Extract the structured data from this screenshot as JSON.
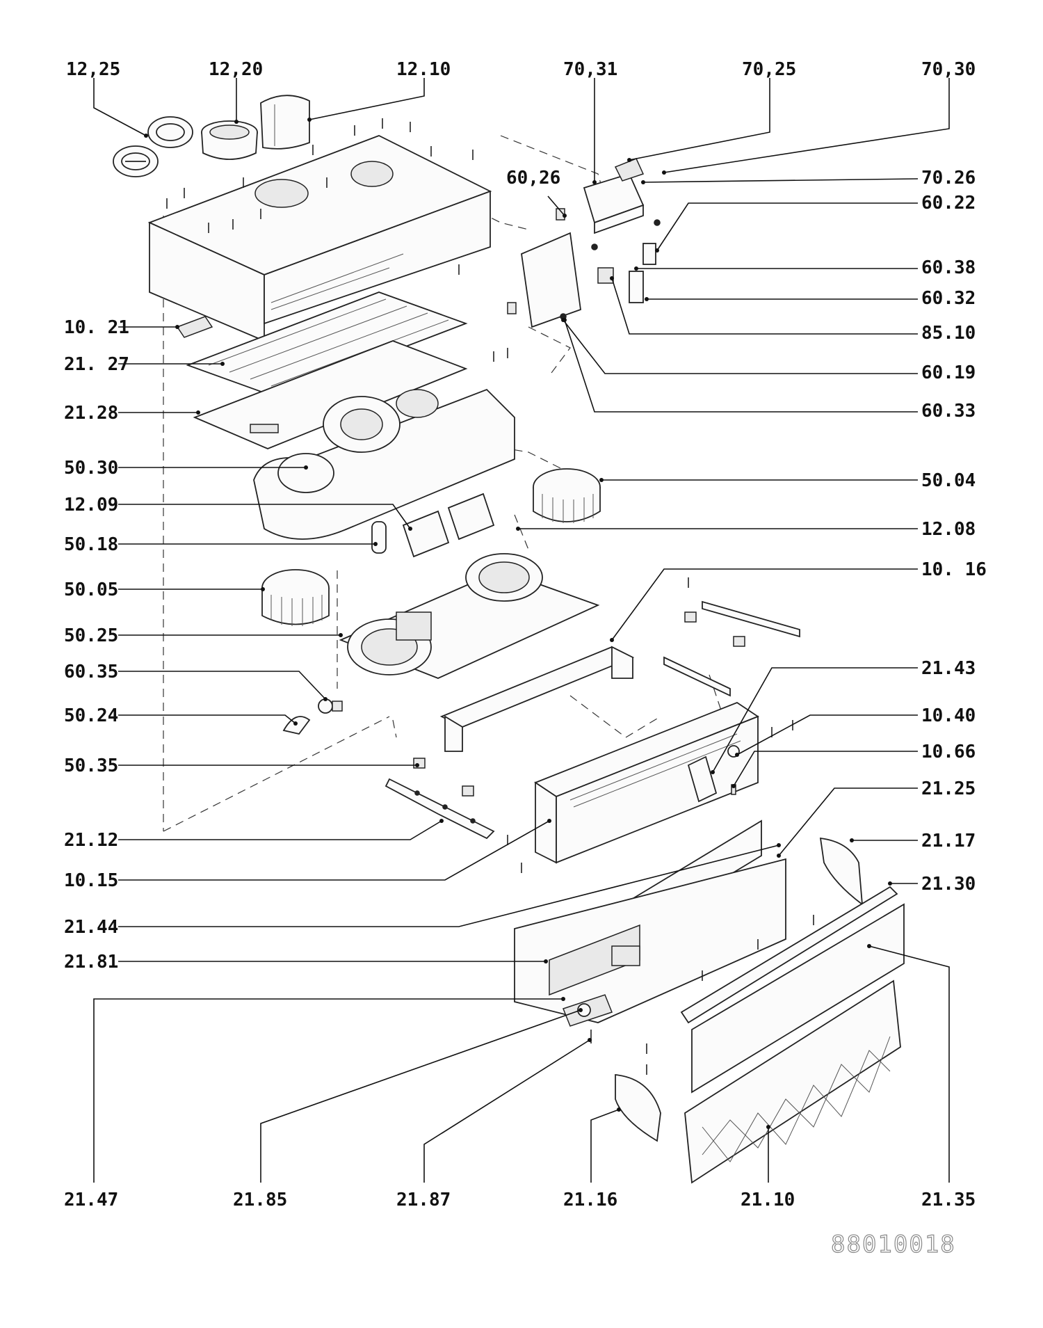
{
  "labels": {
    "l1225": "12,25",
    "l1220": "12,20",
    "l1210": "12.10",
    "l7031": "70,31",
    "l7025": "70,25",
    "l7030": "70,30",
    "l6026": "60,26",
    "l7026": "70.26",
    "l6022": "60.22",
    "l6038": "60.38",
    "l6032": "60.32",
    "l8510": "85.10",
    "l6019": "60.19",
    "l6033": "60.33",
    "l1021": "10. 21",
    "l2127": "21. 27",
    "l2128": "21.28",
    "l5030": "50.30",
    "l5004": "50.04",
    "l1209": "12.09",
    "l1208": "12.08",
    "l5018": "50.18",
    "l5005": "50.05",
    "l1016": "10. 16",
    "l5025": "50.25",
    "l6035": "60.35",
    "l2143": "21.43",
    "l5024": "50.24",
    "l1040": "10.40",
    "l5035": "50.35",
    "l1066": "10.66",
    "l2125": "21.25",
    "l2112": "21.12",
    "l2117": "21.17",
    "l1015": "10.15",
    "l2130": "21.30",
    "l2144": "21.44",
    "l2181": "21.81",
    "l2147": "21.47",
    "l2185": "21.85",
    "l2187": "21.87",
    "l2116": "21.16",
    "l2110": "21.10",
    "l2135": "21.35"
  },
  "doc_id": "88010018"
}
